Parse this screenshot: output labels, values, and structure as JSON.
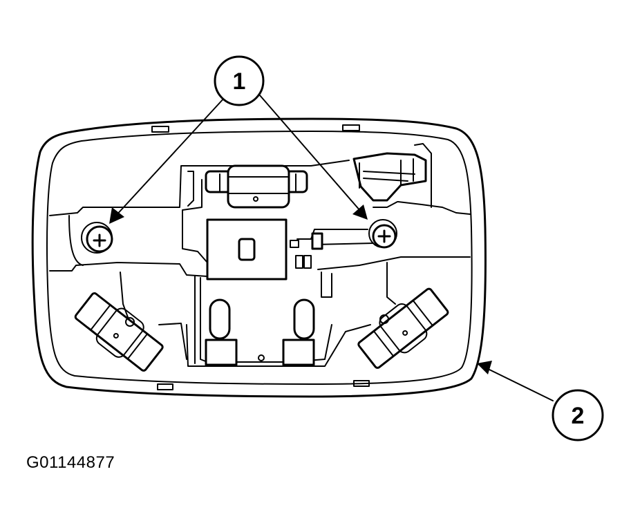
{
  "diagram": {
    "figure_id": "G01144877",
    "callouts": [
      {
        "label": "1",
        "icon": "callout-circle"
      },
      {
        "label": "2",
        "icon": "callout-circle"
      }
    ]
  }
}
